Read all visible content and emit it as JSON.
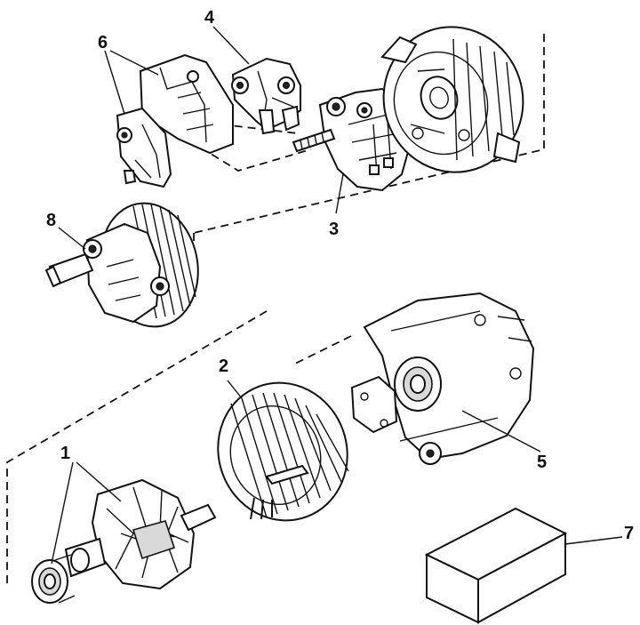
{
  "labels": {
    "l1": "1",
    "l2": "2",
    "l3": "3",
    "l4": "4",
    "l5": "5",
    "l6": "6",
    "l7": "7",
    "l8": "8"
  },
  "colors": {
    "ink": "#111111",
    "paper": "#ffffff"
  }
}
